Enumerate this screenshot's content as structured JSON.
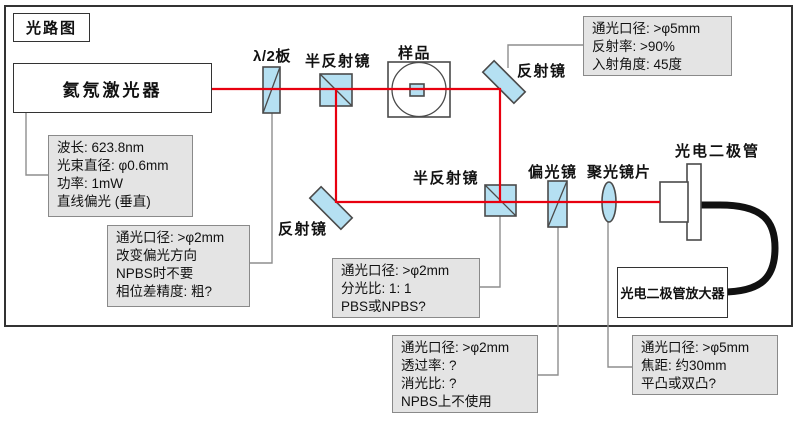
{
  "title_box": {
    "label": "光路图"
  },
  "laser": {
    "label": "氦氖激光器",
    "specs": [
      "波长: 623.8nm",
      "光束直径: φ0.6mm",
      "功率: 1mW",
      "直线偏光 (垂直)"
    ]
  },
  "half_wave_plate": {
    "label": "λ/2板",
    "specs": [
      "通光口径: >φ2mm",
      "改变偏光方向",
      "NPBS时不要",
      "相位差精度: 粗?"
    ]
  },
  "beam_splitter_top": {
    "label": "半反射镜"
  },
  "sample": {
    "label": "样品"
  },
  "mirror_top": {
    "label": "反射镜",
    "specs": [
      "通光口径: >φ5mm",
      "反射率: >90%",
      "入射角度: 45度"
    ]
  },
  "mirror_bottom": {
    "label": "反射镜"
  },
  "beam_splitter_bottom": {
    "label": "半反射镜",
    "specs": [
      "通光口径: >φ2mm",
      "分光比: 1: 1",
      "PBS或NPBS?"
    ]
  },
  "polarizer": {
    "label": "偏光镜",
    "specs": [
      "通光口径: >φ2mm",
      "透过率: ?",
      "消光比: ?",
      "NPBS上不使用"
    ]
  },
  "lens": {
    "label": "聚光镜片",
    "specs": [
      "通光口径: >φ5mm",
      "焦距: 约30mm",
      "平凸或双凸?"
    ]
  },
  "photodiode": {
    "label": "光电二极管"
  },
  "amplifier": {
    "label": "光电二极管放大器"
  },
  "colors": {
    "beam": "#e8000f",
    "optic_fill": "#b5e0f2",
    "optic_border": "#4a4a4a",
    "note_fill": "#e4e4e4",
    "note_border": "#8a8a8a",
    "leader": "#8e8e8e",
    "cable": "#111111",
    "frame": "#333333"
  }
}
